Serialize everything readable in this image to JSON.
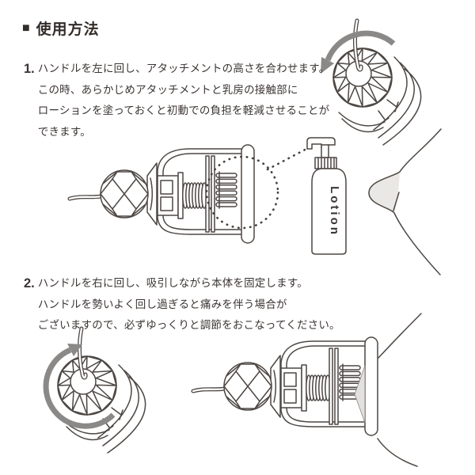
{
  "header": {
    "marker": "■",
    "title": "使用方法"
  },
  "steps": [
    {
      "number": "1.",
      "lines": [
        "ハンドルを左に回し、アタッチメントの高さを合わせます。",
        "この時、あらかじめアタッチメントと乳房の接触部に",
        "ローションを塗っておくと初動での負担を軽減させることが",
        "できます。"
      ]
    },
    {
      "number": "2.",
      "lines": [
        "ハンドルを右に回し、吸引しながら本体を固定します。",
        "ハンドルを勢いよく回し過ぎると痛みを伴う場合が",
        "ございますので、必ずゆっくりと調節をおこなってください。"
      ]
    }
  ],
  "illustrations": {
    "lotion_label": "Lotion",
    "step1_rotation": "counter-clockwise",
    "step2_rotation": "clockwise"
  },
  "colors": {
    "background": "#ffffff",
    "line_art": "#4d4743",
    "rotation_arrow": "#8b8987",
    "text": "#3b3533",
    "shading": "#eae8e5"
  }
}
